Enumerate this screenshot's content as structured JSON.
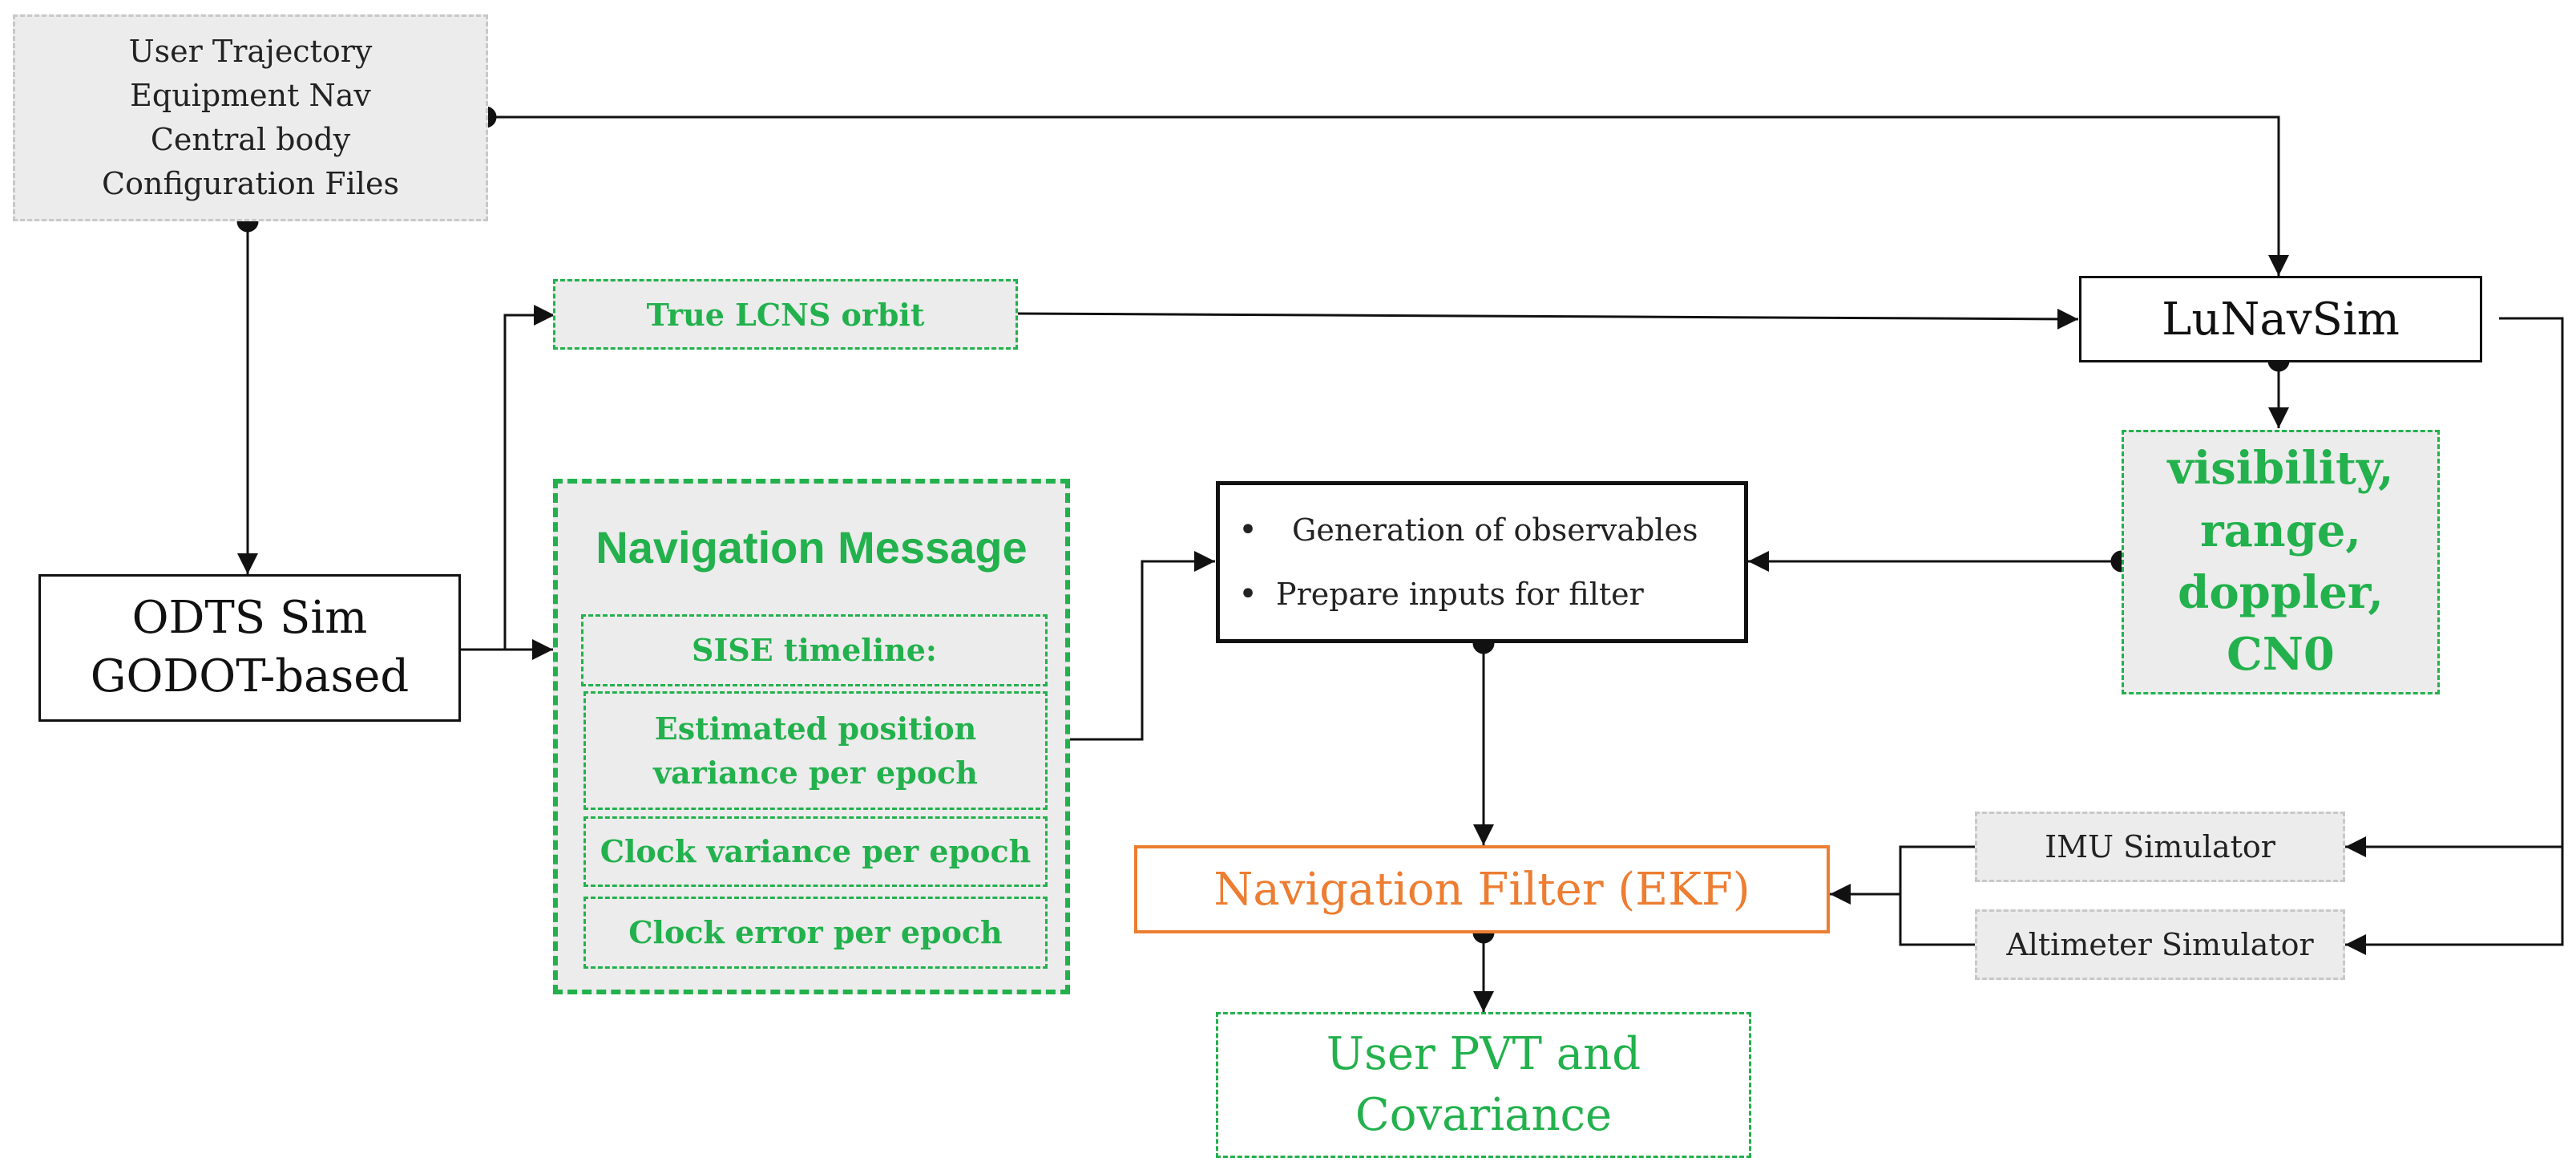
{
  "config_files": [
    "User Trajectory",
    "Equipment Nav",
    "Central body",
    "Configuration Files"
  ],
  "odts_sim": [
    "ODTS Sim",
    "GODOT-based"
  ],
  "true_orbit": "True LCNS orbit",
  "lunavsim": "LuNavSim",
  "observables_out": [
    "visibility,",
    "range,",
    "doppler,",
    "CN0"
  ],
  "nav_message": {
    "title": "Navigation Message",
    "items": [
      [
        "SISE timeline:"
      ],
      [
        "Estimated position",
        "variance per epoch"
      ],
      [
        "Clock variance per epoch"
      ],
      [
        "Clock error per epoch"
      ]
    ]
  },
  "processing": {
    "bullets": [
      "Generation of observables",
      "Prepare inputs for filter"
    ]
  },
  "nav_filter": "Navigation Filter (EKF)",
  "imu": "IMU Simulator",
  "altimeter": "Altimeter Simulator",
  "output": [
    "User PVT and",
    "Covariance"
  ],
  "colors": {
    "green": "#22b14c",
    "orange": "#ed7d31",
    "gray_fill": "#ececec",
    "line": "#111111"
  }
}
